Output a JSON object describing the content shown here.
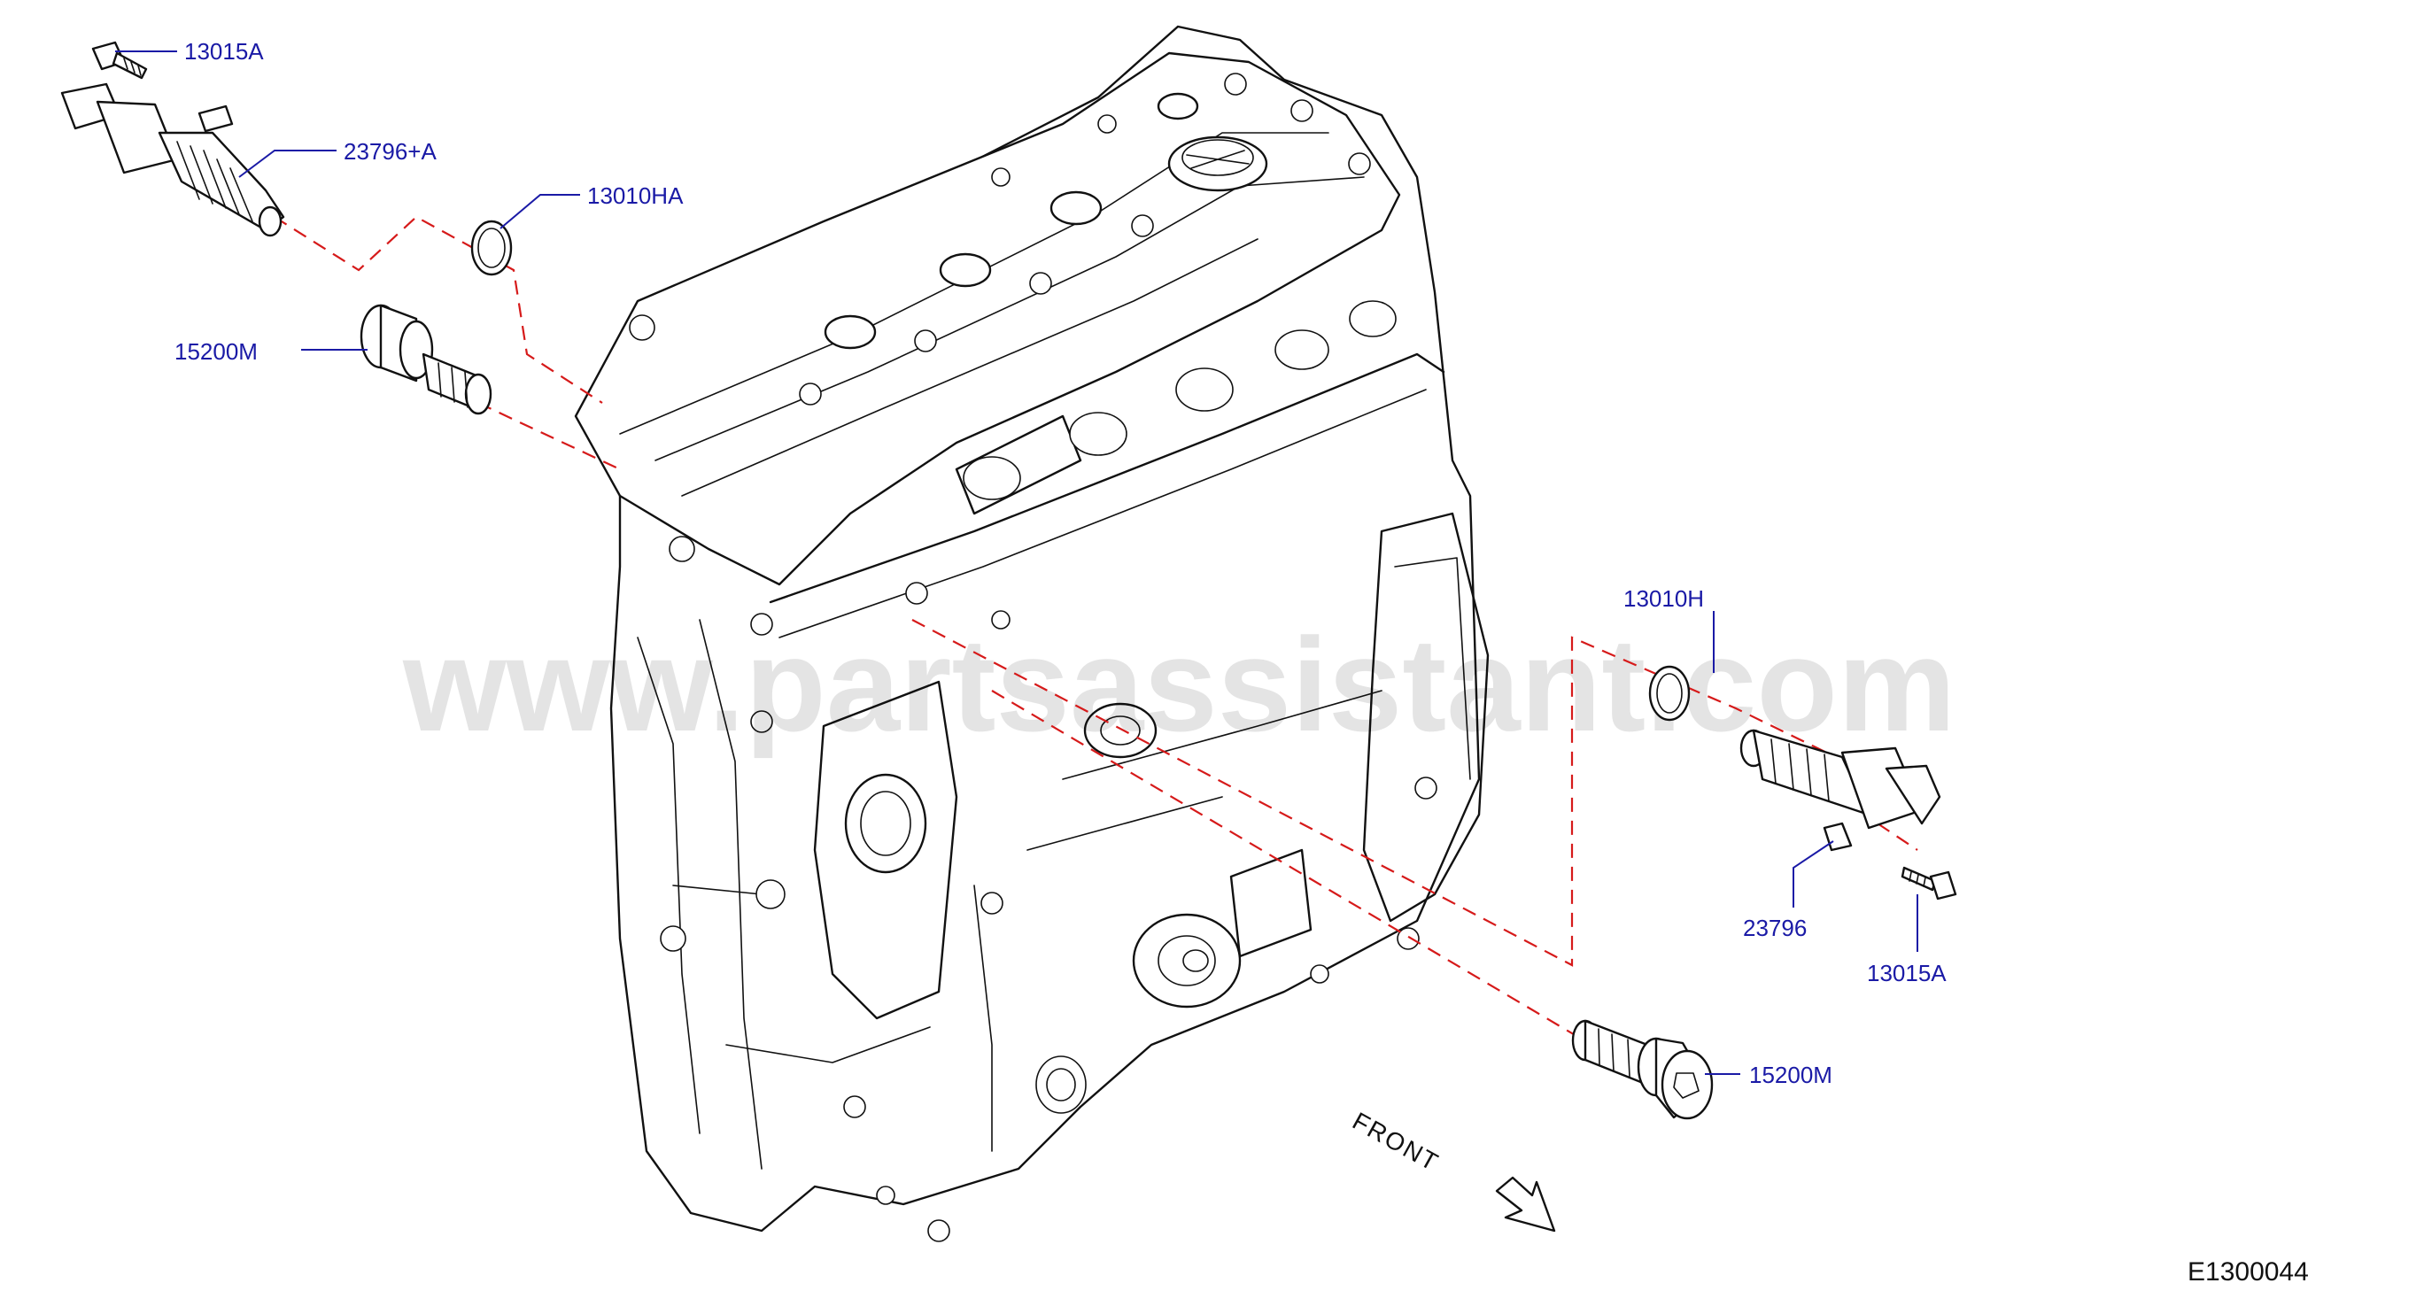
{
  "watermark": "www.partsassistant.com",
  "front_label": "FRONT",
  "diagram_ref": "E1300044",
  "parts": {
    "bolt_top": "13015A",
    "solenoid_top": "23796+A",
    "oring_top": "13010HA",
    "filter_top": "15200M",
    "oring_right": "13010H",
    "solenoid_right": "23796",
    "bolt_right": "13015A",
    "filter_bottom": "15200M"
  },
  "colors": {
    "label": "#1a1aa6",
    "centerline": "#d61a1a",
    "linework": "#111111"
  }
}
